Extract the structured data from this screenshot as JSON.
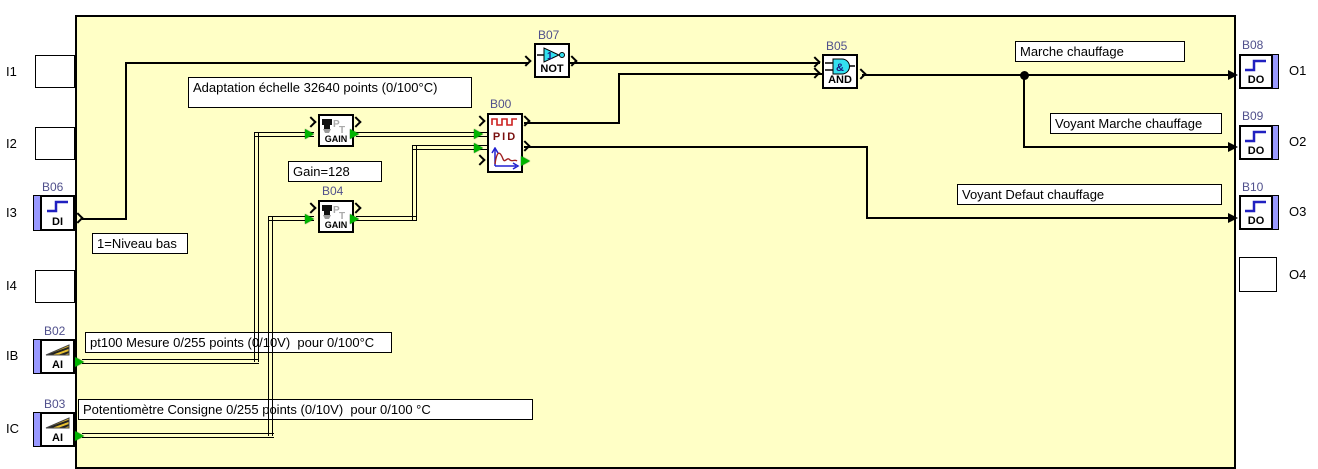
{
  "colors": {
    "sheet_bg": "#ffffc6",
    "io_bar": "#9999ff",
    "gate_fill": "#33e0f0",
    "gate_symbol": "#1a1a80",
    "step_icon": "#2020c0",
    "pid_red": "#cc2020",
    "pid_text": "#7a1010",
    "analog_pin_green": "#00b400",
    "wire": "#000000",
    "block_id_text": "#50508c"
  },
  "io": {
    "inputs": [
      {
        "port": "I1"
      },
      {
        "port": "I2"
      },
      {
        "port": "I3",
        "block_id": "B06",
        "block_type": "DI"
      },
      {
        "port": "I4"
      },
      {
        "port": "IB",
        "block_id": "B02",
        "block_type": "AI"
      },
      {
        "port": "IC",
        "block_id": "B03",
        "block_type": "AI"
      }
    ],
    "outputs": [
      {
        "port": "O1",
        "block_id": "B08",
        "block_type": "DO"
      },
      {
        "port": "O2",
        "block_id": "B09",
        "block_type": "DO"
      },
      {
        "port": "O3",
        "block_id": "B10",
        "block_type": "DO"
      },
      {
        "port": "O4"
      }
    ]
  },
  "blocks": {
    "pid": {
      "id": "B00",
      "label": "PID"
    },
    "gain_top": {
      "label": "GAIN",
      "icon_p": "P",
      "icon_t": "T"
    },
    "gain_bottom": {
      "id": "B04",
      "label": "GAIN",
      "icon_p": "P",
      "icon_t": "T"
    },
    "not_gate": {
      "id": "B07",
      "label": "NOT",
      "symbol": "1"
    },
    "and_gate": {
      "id": "B05",
      "label": "AND",
      "symbol": "&"
    }
  },
  "comments": {
    "adaptation": "Adaptation échelle 32640 points (0/100°C)",
    "gain_value": "Gain=128",
    "niveau": "1=Niveau bas",
    "pt100": "pt100 Mesure 0/255 points (0/10V)  pour 0/100°C",
    "potentiometre": "Potentiomètre Consigne 0/255 points (0/10V)  pour 0/100 °C",
    "marche": "Marche chauffage",
    "voyant_marche": "Voyant Marche chauffage",
    "voyant_defaut": "Voyant Defaut chauffage"
  }
}
